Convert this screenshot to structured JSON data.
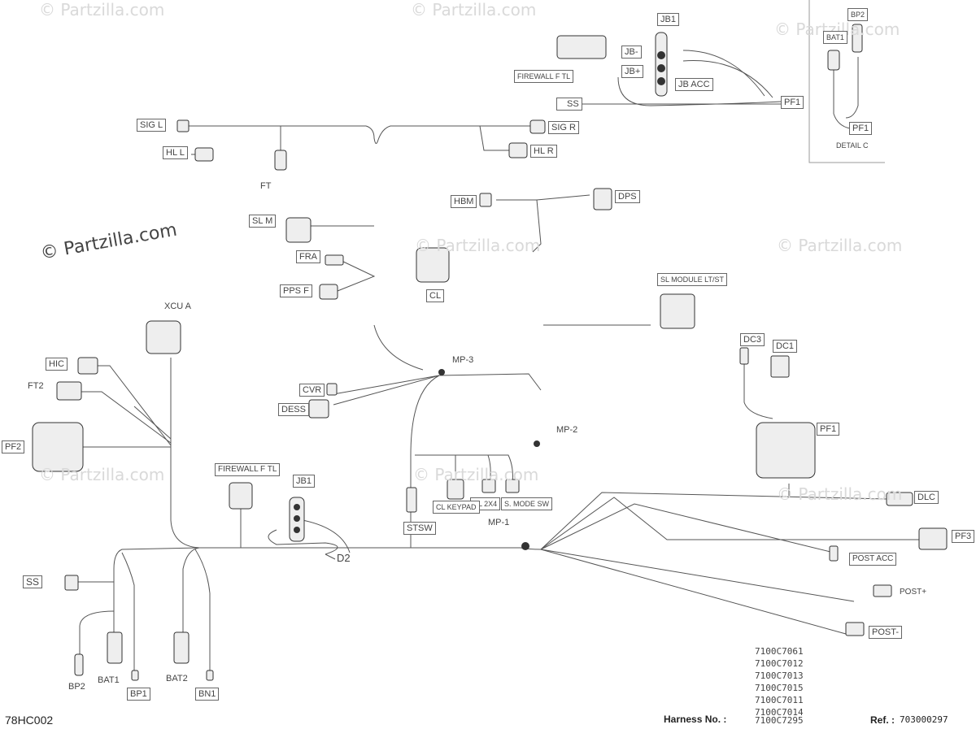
{
  "watermark": "© Partzilla.com",
  "watermark_large": "© Partzilla.com",
  "labels": {
    "jb1_top": "JB1",
    "jb_minus": "JB-",
    "jb_plus": "JB+",
    "jb_acc": "JB ACC",
    "firewall_top": "FIREWALL F TL",
    "ss_top": "SS",
    "pf1_top": "PF1",
    "bp2_detail": "BP2",
    "bat1_detail": "BAT1",
    "pf1_detail": "PF1",
    "detail_c": "DETAIL C",
    "sig_l": "SIG L",
    "hl_l": "HL L",
    "sig_r": "SIG R",
    "hl_r": "HL R",
    "ft": "FT",
    "hbm": "HBM",
    "dps": "DPS",
    "sl_m": "SL M",
    "fra": "FRA",
    "pps_f": "PPS F",
    "cl": "CL",
    "sl_module": "SL MODULE LT/ST",
    "xcu_a": "XCU A",
    "hic": "HIC",
    "ft2": "FT2",
    "pf2": "PF2",
    "mp3": "MP-3",
    "cvr": "CVR",
    "dess": "DESS",
    "dc3": "DC3",
    "dc1": "DC1",
    "pf1_mid": "PF1",
    "mp2": "MP-2",
    "firewall_mid": "FIREWALL F TL",
    "jb1_mid": "JB1",
    "sl_2x4": "SL 2X4",
    "s_mode_sw": "S. MODE SW",
    "cl_keypad": "CL KEYPAD",
    "stsw": "STSW",
    "mp1": "MP-1",
    "dlc": "DLC",
    "pf3": "PF3",
    "post_acc": "POST ACC",
    "post_plus": "POST+",
    "post_minus": "POST-",
    "d2": "D2",
    "ss_low": "SS",
    "bp2_low": "BP2",
    "bat1_low": "BAT1",
    "bp1": "BP1",
    "bat2": "BAT2",
    "bn1": "BN1"
  },
  "part_numbers": [
    "7100C7061",
    "7100C7012",
    "7100C7013",
    "7100C7015",
    "7100C7011",
    "7100C7014",
    "7100C7295"
  ],
  "footer": {
    "diagram_code": "78HC002",
    "harness_label": "Harness No. :",
    "ref_label": "Ref. :",
    "ref_value": "703000297"
  }
}
